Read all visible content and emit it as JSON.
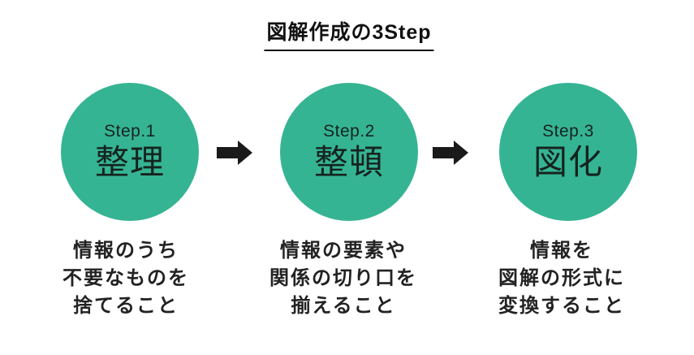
{
  "title": "図解作成の3Step",
  "colors": {
    "circle": "#35b493",
    "arrow": "#1a1a1a",
    "text": "#1f1f1f",
    "background": "#ffffff"
  },
  "steps": [
    {
      "label": "Step.1",
      "name": "整理",
      "description": [
        "情報のうち",
        "不要なものを",
        "捨てること"
      ]
    },
    {
      "label": "Step.2",
      "name": "整頓",
      "description": [
        "情報の要素や",
        "関係の切り口を",
        "揃えること"
      ]
    },
    {
      "label": "Step.3",
      "name": "図化",
      "description": [
        "情報を",
        "図解の形式に",
        "変換すること"
      ]
    }
  ],
  "icons": {
    "arrow": "arrow-right-icon"
  }
}
